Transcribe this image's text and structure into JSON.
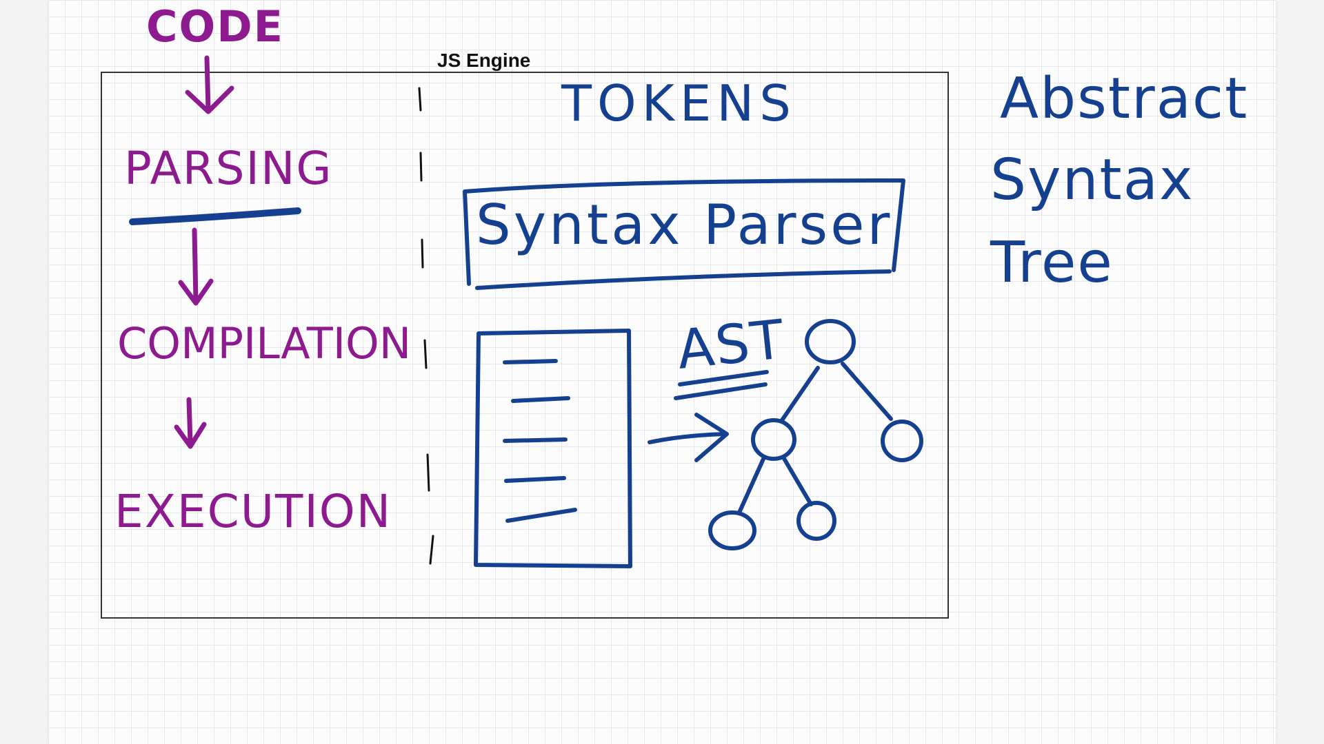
{
  "diagram": {
    "engine_label": "JS Engine",
    "stages": [
      "CODE",
      "PARSING",
      "COMPILATION",
      "EXECUTION"
    ],
    "tokens_label": "TOKENS",
    "parser_label": "Syntax Parser",
    "ast_label": "AST",
    "ast_expansion": [
      "Abstract",
      "Syntax",
      "Tree"
    ]
  },
  "colors": {
    "purple_ink": "#8d1a8f",
    "blue_ink": "#15408f",
    "box_line": "#333333"
  }
}
